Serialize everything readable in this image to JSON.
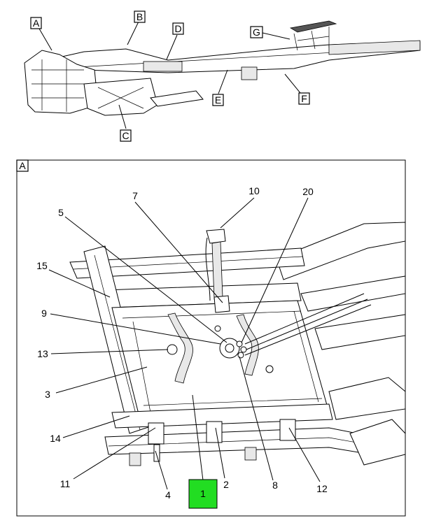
{
  "overview": {
    "labels": {
      "A": "A",
      "B": "B",
      "C": "C",
      "D": "D",
      "E": "E",
      "F": "F",
      "G": "G"
    }
  },
  "detail": {
    "view_label": "A",
    "callouts": {
      "c1": "1",
      "c2": "2",
      "c3": "3",
      "c4": "4",
      "c5": "5",
      "c7": "7",
      "c8": "8",
      "c9": "9",
      "c10": "10",
      "c11": "11",
      "c12": "12",
      "c13": "13",
      "c14": "14",
      "c15": "15",
      "c20": "20"
    },
    "highlight_color": "#22dd22"
  }
}
